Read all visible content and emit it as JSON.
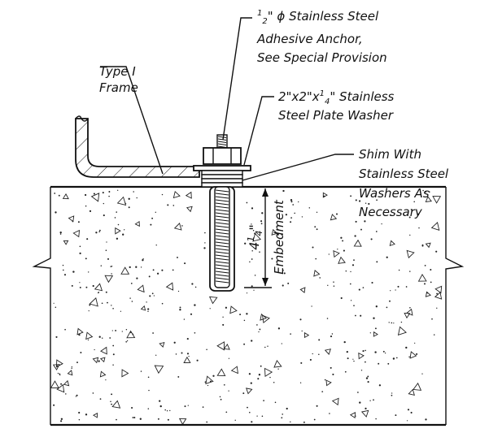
{
  "drawing": {
    "anchor_label": {
      "fraction_num": "1",
      "fraction_den": "2",
      "line1_rest": "\" ϕ Stainless Steel",
      "line2": "Adhesive Anchor,",
      "line3": "See Special Provision"
    },
    "frame_label": {
      "line1": "Type I",
      "line2": "Frame"
    },
    "washer_label": {
      "prefix": "2\"x2\"x",
      "fraction_num": "1",
      "fraction_den": "4",
      "suffix": "\" Stainless",
      "line2": "Steel Plate Washer"
    },
    "shim_label": {
      "line1": "Shim With",
      "line2": "Stainless Steel",
      "line3": "Washers As",
      "line4": "Necessary"
    },
    "embedment": {
      "whole": "4",
      "fraction_num": "1",
      "fraction_den": "4",
      "inch_mark": "\"",
      "label": "Embedment"
    }
  }
}
